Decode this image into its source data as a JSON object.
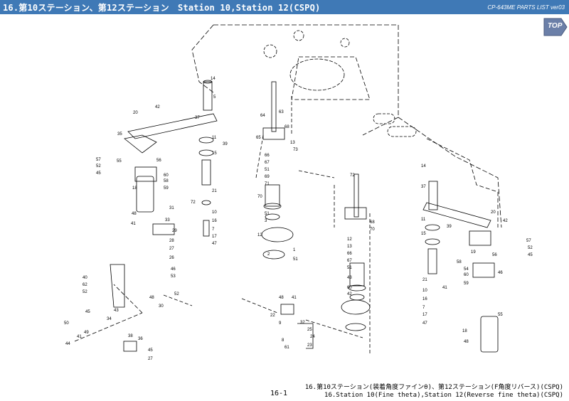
{
  "header": {
    "title": "16.第10ステーション、第12ステーション　Station 10,Station 12(CSPQ)",
    "doc_id": "CP-643ME PARTS LIST ver03"
  },
  "top_button": {
    "label": "TOP"
  },
  "caption": {
    "line1": "16.第10ステーション(装着角度ファインθ)、第12ステーション(F角度リバース)(CSPQ)",
    "line2": "16.Station 10(Fine theta),Station 12(Reverse fine theta)(CSPQ)"
  },
  "page_number": "16-1",
  "colors": {
    "header_bg": "#3f79b6",
    "header_text": "#ffffff",
    "top_button": "#6b7fa8",
    "line": "#000000"
  },
  "callouts": [
    "14",
    "5",
    "20",
    "42",
    "35",
    "37",
    "11",
    "15",
    "39",
    "57",
    "52",
    "45",
    "56",
    "60",
    "59",
    "58",
    "55",
    "18",
    "31",
    "48",
    "41",
    "33",
    "29",
    "27",
    "28",
    "26",
    "46",
    "53",
    "60",
    "63",
    "64",
    "65",
    "66",
    "67",
    "51",
    "69",
    "70",
    "71",
    "51",
    "3",
    "12",
    "2",
    "1",
    "51",
    "43",
    "13",
    "68",
    "73",
    "72",
    "21",
    "10",
    "16",
    "7",
    "17",
    "47",
    "40",
    "14",
    "5",
    "37",
    "11",
    "15",
    "39",
    "20",
    "42",
    "57",
    "52",
    "45",
    "56",
    "58",
    "54",
    "60",
    "59",
    "46",
    "19",
    "55",
    "18",
    "48",
    "41",
    "21",
    "10",
    "16",
    "7",
    "17",
    "47",
    "40",
    "62",
    "52",
    "45",
    "50",
    "49",
    "34",
    "43",
    "44",
    "41",
    "48",
    "30",
    "38",
    "36",
    "32",
    "25",
    "24",
    "23",
    "22",
    "9",
    "8",
    "61",
    "52",
    "45",
    "27",
    "48",
    "41",
    "47",
    "60",
    "42",
    "12",
    "13",
    "66",
    "67",
    "51",
    "68",
    "70",
    "72",
    "73",
    "63"
  ]
}
